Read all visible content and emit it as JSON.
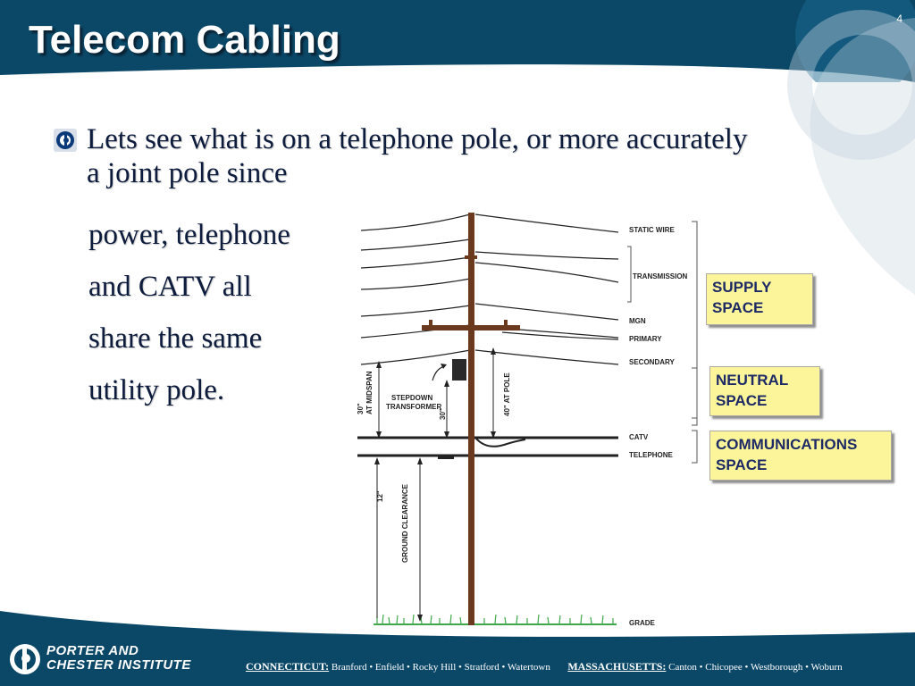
{
  "slide": {
    "title": "Telecom Cabling",
    "page_number": "4",
    "bullet": {
      "lines": [
        "Lets see what is on a telephone pole, or more accurately",
        "a joint pole since",
        "power, telephone",
        "and CATV all",
        "share the same",
        "utility pole."
      ]
    }
  },
  "diagram": {
    "wire_labels": {
      "static_wire": "STATIC WIRE",
      "transmission": "TRANSMISSION",
      "mgn": "MGN",
      "primary": "PRIMARY",
      "secondary": "SECONDARY",
      "catv": "CATV",
      "telephone": "TELEPHONE",
      "grade": "GRADE"
    },
    "dimension_labels": {
      "at_midspan_value": "30\"",
      "at_midspan_text": "AT MIDSPAN",
      "at_pole": "40\" AT POLE",
      "transformer_gap": "30\"",
      "catv_telephone_gap": "12\"",
      "ground_clearance": "GROUND CLEARANCE"
    },
    "component_labels": {
      "stepdown_line1": "STEPDOWN",
      "stepdown_line2": "TRANSFORMER"
    },
    "spaces": {
      "supply": "SUPPLY\nSPACE",
      "neutral": "NEUTRAL\nSPACE",
      "communications": "COMMUNICATIONS\nSPACE"
    },
    "colors": {
      "pole": "#6b3a1e",
      "wire": "#222222",
      "box_fill": "#fdf59a",
      "box_text": "#1e2a66",
      "grass": "#3fa84a"
    }
  },
  "footer": {
    "org_line1": "PORTER AND",
    "org_line2": "CHESTER INSTITUTE",
    "ct_state": "CONNECTICUT:",
    "ct_towns": "Branford • Enfield • Rocky Hill • Stratford • Watertown",
    "ma_state": "MASSACHUSETTS:",
    "ma_towns": "Canton • Chicopee • Westborough • Woburn"
  },
  "theme": {
    "header_blue": "#0b4868",
    "header_blue_light": "#1c6a91",
    "title_color": "#ffffff",
    "body_text": "#0d1b3d"
  }
}
